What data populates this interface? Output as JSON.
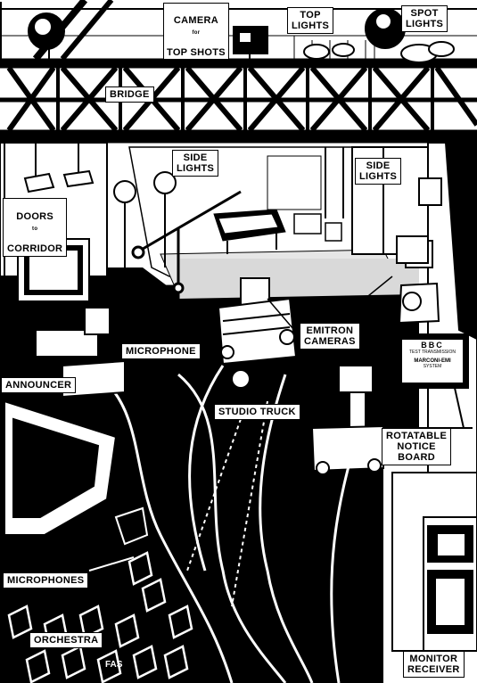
{
  "labels": {
    "camera_top_shots_line1": "CAMERA",
    "camera_top_shots_for": "for",
    "camera_top_shots_line2": "TOP SHOTS",
    "top_lights": "TOP\nLIGHTS",
    "spot_lights": "SPOT\nLIGHTS",
    "bridge": "BRIDGE",
    "side_lights_left": "SIDE\nLIGHTS",
    "side_lights_right": "SIDE\nLIGHTS",
    "doors_to_corridor_line1": "DOORS",
    "doors_to_corridor_to": "to",
    "doors_to_corridor_line2": "CORRIDOR",
    "microphone": "MICROPHONE",
    "emitron_cameras": "EMITRON\nCAMERAS",
    "announcer": "ANNOUNCER",
    "studio_truck": "STUDIO TRUCK",
    "rotatable_notice_board": "ROTATABLE\nNOTICE\nBOARD",
    "microphones": "MICROPHONES",
    "orchestra": "ORCHESTRA",
    "monitor_receiver": "MONITOR\nRECEIVER"
  },
  "notice_board": {
    "line1": "BBC",
    "line2": "TEST TRANSMISSION",
    "line3": "MARCONI-EMI",
    "line4": "SYSTEM"
  },
  "signature": "FAS",
  "colors": {
    "ink": "#000000",
    "paper": "#ffffff",
    "floor": "#d9d9d9"
  }
}
